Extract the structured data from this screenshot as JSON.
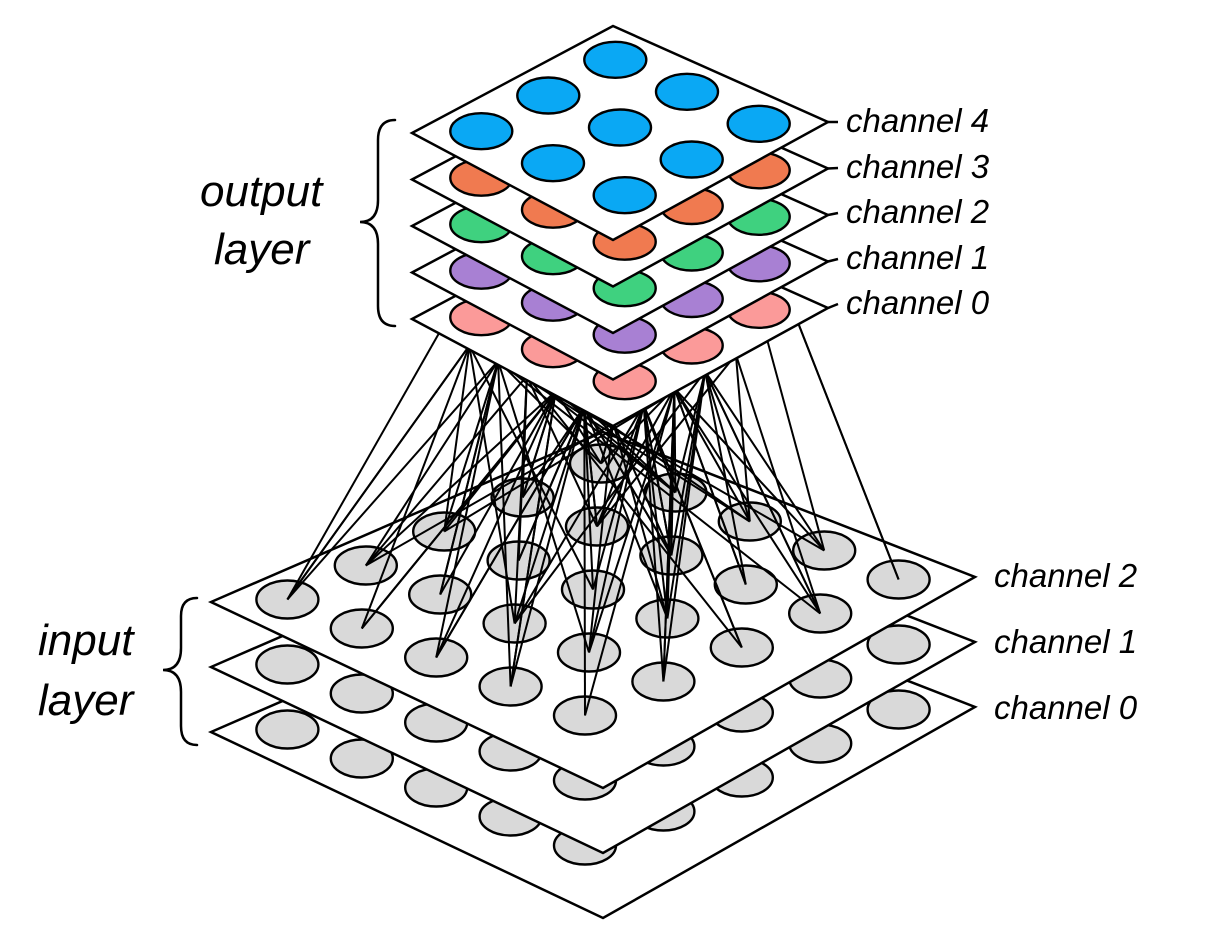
{
  "input_layer": {
    "label_line1": "input",
    "label_line2": "layer",
    "channels": [
      "channel 0",
      "channel 1",
      "channel 2"
    ],
    "node_color": "#d9d9d9",
    "grid_size": 5
  },
  "output_layer": {
    "label_line1": "output",
    "label_line2": "layer",
    "channels": [
      "channel 0",
      "channel 1",
      "channel 2",
      "channel 3",
      "channel 4"
    ],
    "channel_colors": [
      "#fb9a99",
      "#a880d3",
      "#3fd17f",
      "#f07a50",
      "#0aa8f4"
    ],
    "grid_size": 3
  }
}
